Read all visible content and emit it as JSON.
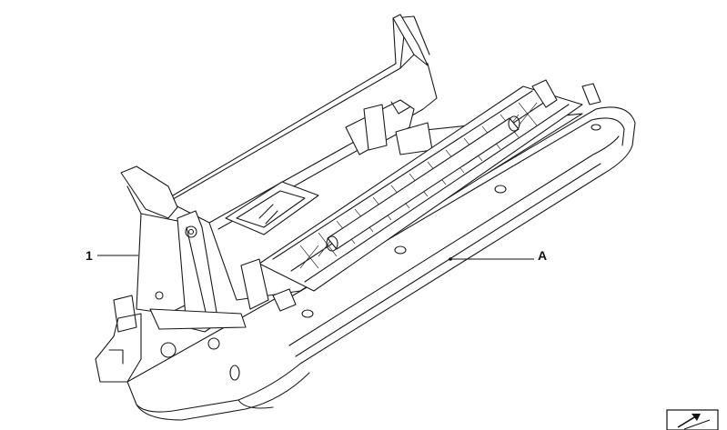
{
  "callouts": [
    {
      "id": "part-1",
      "label": "1"
    },
    {
      "id": "part-a",
      "label": "A"
    }
  ],
  "corner_icon": "direction-arrow-icon"
}
